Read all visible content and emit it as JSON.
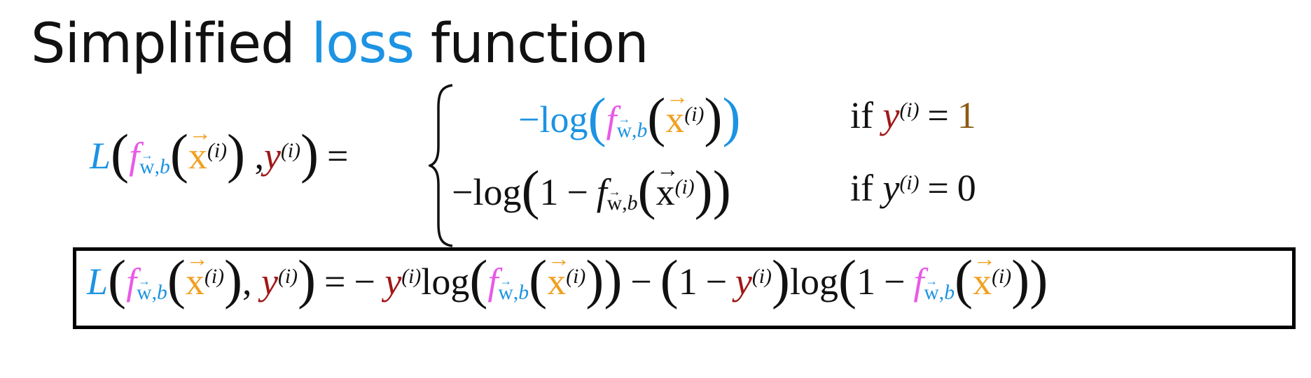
{
  "title": {
    "part1": "Simplified ",
    "part2": "loss",
    "part3": " function"
  },
  "symbols": {
    "L": "L",
    "f": "f",
    "w": "w",
    "b": "b",
    "x": "x",
    "y": "y",
    "i": "(i)",
    "log": "log",
    "minus_log": "−log",
    "one": "1",
    "zero": "0",
    "if": "if",
    "eq": "=",
    "minus": "−",
    "comma": ",",
    "lparen": "(",
    "rparen": ")"
  },
  "colors": {
    "loss": "#1c93e3",
    "f": "#e85ae8",
    "x": "#f0a020",
    "y": "#a01818",
    "one": "#8b5a14",
    "text": "#111111"
  }
}
